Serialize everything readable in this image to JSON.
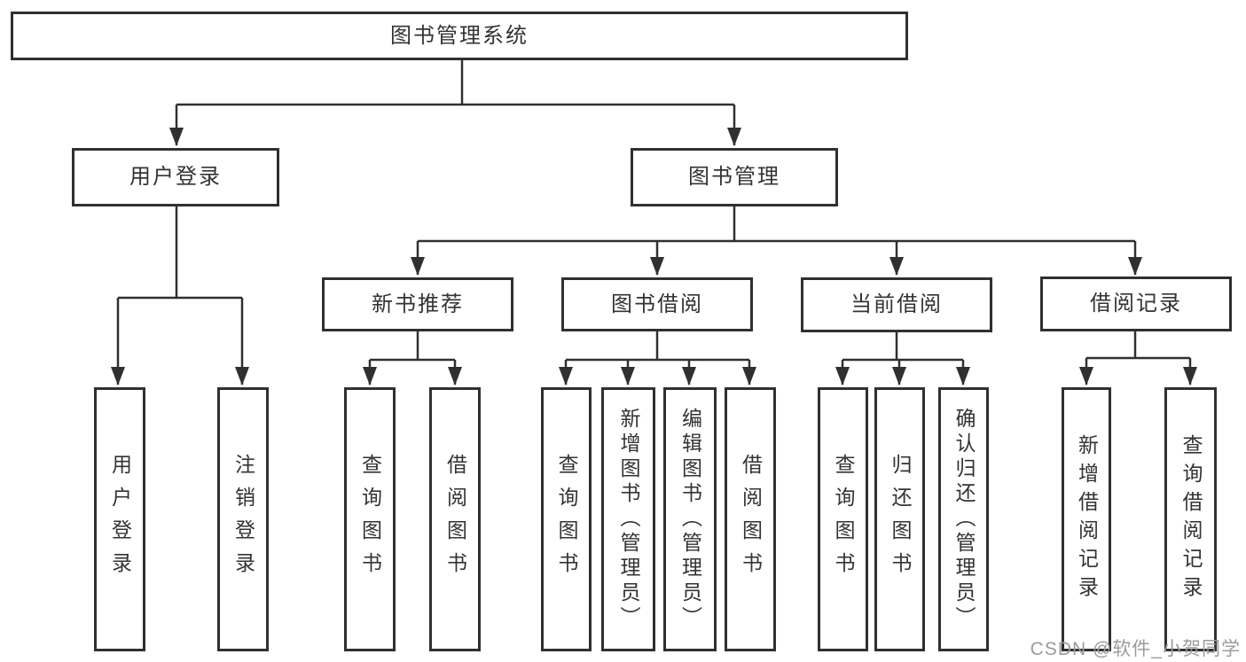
{
  "diagram": {
    "title": "图书管理系统",
    "nodes": {
      "root": {
        "label": "图书管理系统"
      },
      "user_login": {
        "label": "用户登录"
      },
      "book_mgmt": {
        "label": "图书管理"
      },
      "new_book_rec": {
        "label": "新书推荐"
      },
      "book_borrow": {
        "label": "图书借阅"
      },
      "current_borrow": {
        "label": "当前借阅"
      },
      "borrow_records": {
        "label": "借阅记录"
      },
      "leaf_user_login": {
        "label": "用户登录"
      },
      "leaf_logout": {
        "label": "注销登录"
      },
      "leaf_nbr_query": {
        "label": "查询图书"
      },
      "leaf_nbr_borrow": {
        "label": "借阅图书"
      },
      "leaf_bb_query": {
        "label": "查询图书"
      },
      "leaf_bb_add": {
        "label": "新增图书（管理员）"
      },
      "leaf_bb_edit": {
        "label": "编辑图书（管理员）"
      },
      "leaf_bb_borrow": {
        "label": "借阅图书"
      },
      "leaf_cb_query": {
        "label": "查询图书"
      },
      "leaf_cb_return": {
        "label": "归还图书"
      },
      "leaf_cb_confirm": {
        "label": "确认归还（管理员）"
      },
      "leaf_br_add": {
        "label": "新增借阅记录"
      },
      "leaf_br_query": {
        "label": "查询借阅记录"
      }
    },
    "edges": [
      [
        "图书管理系统",
        "用户登录"
      ],
      [
        "图书管理系统",
        "图书管理"
      ],
      [
        "用户登录",
        "用户登录"
      ],
      [
        "用户登录",
        "注销登录"
      ],
      [
        "图书管理",
        "新书推荐"
      ],
      [
        "图书管理",
        "图书借阅"
      ],
      [
        "图书管理",
        "当前借阅"
      ],
      [
        "图书管理",
        "借阅记录"
      ],
      [
        "新书推荐",
        "查询图书"
      ],
      [
        "新书推荐",
        "借阅图书"
      ],
      [
        "图书借阅",
        "查询图书"
      ],
      [
        "图书借阅",
        "新增图书（管理员）"
      ],
      [
        "图书借阅",
        "编辑图书（管理员）"
      ],
      [
        "图书借阅",
        "借阅图书"
      ],
      [
        "当前借阅",
        "查询图书"
      ],
      [
        "当前借阅",
        "归还图书"
      ],
      [
        "当前借阅",
        "确认归还（管理员）"
      ],
      [
        "借阅记录",
        "新增借阅记录"
      ],
      [
        "借阅记录",
        "查询借阅记录"
      ]
    ],
    "colors": {
      "line": "#303030",
      "text": "#333333",
      "background": "#ffffff",
      "watermark_text": "#9b9b9b"
    }
  },
  "watermark": "CSDN @软件_小贺同学"
}
